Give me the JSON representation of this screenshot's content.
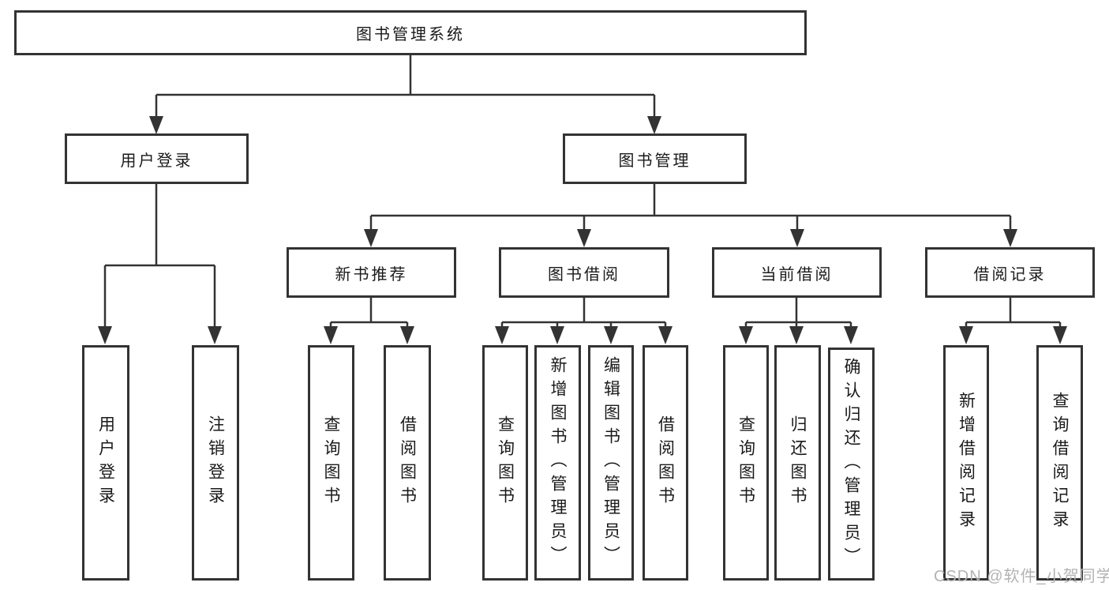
{
  "diagram_title": "图书管理系统",
  "tree": {
    "label": "图书管理系统",
    "children": [
      {
        "label": "用户登录",
        "children": [
          {
            "label": "用户登录"
          },
          {
            "label": "注销登录"
          }
        ]
      },
      {
        "label": "图书管理",
        "children": [
          {
            "label": "新书推荐",
            "children": [
              {
                "label": "查询图书"
              },
              {
                "label": "借阅图书"
              }
            ]
          },
          {
            "label": "图书借阅",
            "children": [
              {
                "label": "查询图书"
              },
              {
                "label": "新增图书（管理员）"
              },
              {
                "label": "编辑图书（管理员）"
              },
              {
                "label": "借阅图书"
              }
            ]
          },
          {
            "label": "当前借阅",
            "children": [
              {
                "label": "查询图书"
              },
              {
                "label": "归还图书"
              },
              {
                "label": "确认归还（管理员）"
              }
            ]
          },
          {
            "label": "借阅记录",
            "children": [
              {
                "label": "新增借阅记录"
              },
              {
                "label": "查询借阅记录"
              }
            ]
          }
        ]
      }
    ]
  },
  "watermark": {
    "text": "CSDN @软件_小贺同学"
  },
  "colors": {
    "line": "#333333",
    "box_border": "#333333",
    "box_background": "#ffffff",
    "text": "#1a1a1a",
    "watermark": "#b3b3b3",
    "page_background": "#ffffff"
  }
}
